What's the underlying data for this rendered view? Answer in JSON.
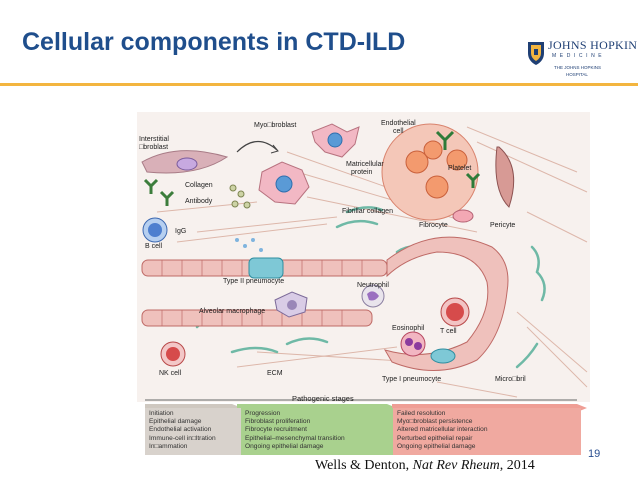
{
  "slide": {
    "title": "Cellular components in CTD-ILD",
    "slide_number": "19",
    "citation": {
      "authors": "Wells & Denton, ",
      "journal": "Nat Rev Rheum",
      "year": ", 2014"
    }
  },
  "logo": {
    "name": "JOHNS HOPKINS",
    "sub": "MEDICINE",
    "hospital_line1": "THE JOHNS HOPKINS",
    "hospital_line2": "HOSPITAL",
    "icon": "shield-crest-icon"
  },
  "figure": {
    "labels": {
      "interstitial_fibroblast_1": "Interstitial",
      "interstitial_fibroblast_2": "□broblast",
      "myofibroblast": "Myo□broblast",
      "endothelial_1": "Endothelial",
      "endothelial_2": "cell",
      "matricellular_1": "Matricellular",
      "matricellular_2": "protein",
      "platelet": "Platelet",
      "collagen": "Collagen",
      "antibody": "Antibody",
      "fibrillar_collagen": "Fibrillar collagen",
      "igg": "IgG",
      "b_cell": "B cell",
      "fibrocyte": "Fibrocyte",
      "pericyte": "Pericyte",
      "type2": "Type II pneumocyte",
      "neutrophil": "Neutrophil",
      "t_cell": "T cell",
      "alveolar_macrophage": "Alveolar macrophage",
      "eosinophil": "Eosinophil",
      "nk_cell": "NK cell",
      "ecm": "ECM",
      "type1": "Type I pneumocyte",
      "microfibril": "Micro□bril"
    },
    "stages_heading": "Pathogenic stages",
    "stages": [
      {
        "items": [
          "Initiation",
          "Epithelial damage",
          "Endothelial activation",
          "Immune-cell in□ltration",
          "In□ammation"
        ]
      },
      {
        "items": [
          "Progression",
          "Fibroblast proliferation",
          "Fibrocyte recruitment",
          "Epithelial–mesenchymal transition",
          "Ongoing epithelial damage"
        ]
      },
      {
        "items": [
          "Failed resolution",
          "Myo□broblast persistence",
          "Altered matricellular interaction",
          "Perturbed epithelial repair",
          "Ongoing epithelial damage"
        ]
      }
    ],
    "colors": {
      "stage1": "#d8d2cc",
      "stage2": "#a9d18e",
      "stage3": "#f0a9a0",
      "accent_title": "#1f4e8c",
      "rule": "#f3b53f"
    }
  }
}
